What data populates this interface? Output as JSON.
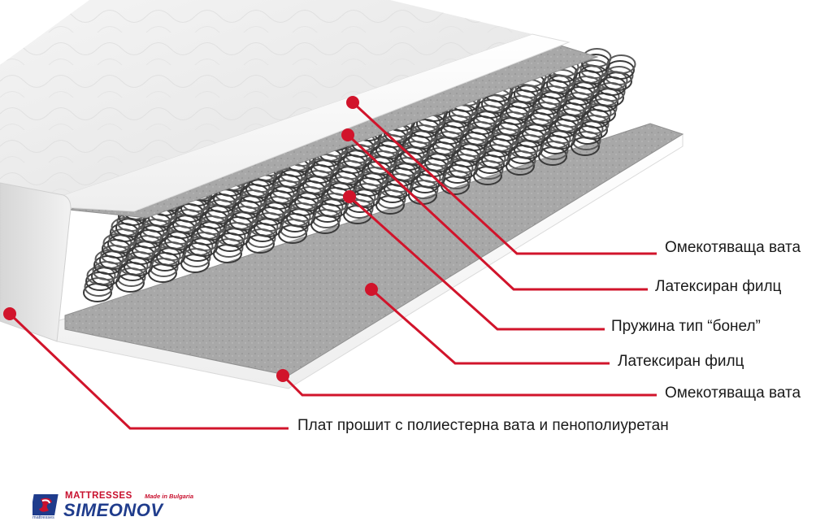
{
  "diagram": {
    "callouts": [
      {
        "id": "top-wadding",
        "label": "Омекотяваща вата"
      },
      {
        "id": "top-felt",
        "label": "Латексиран филц"
      },
      {
        "id": "bonnell-spring",
        "label": "Пружина тип “бонел”"
      },
      {
        "id": "bottom-felt",
        "label": "Латексиран филц"
      },
      {
        "id": "bottom-wadding",
        "label": "Омекотяваща вата"
      },
      {
        "id": "cover-fabric",
        "label": "Плат прошит с полиестерна вата и пенополиуретан"
      }
    ],
    "accent_color": "#d1142b"
  },
  "logo": {
    "top_text": "MATTRESSES",
    "made_text": "Made in Bulgaria",
    "brand_name": "SIMEONOV",
    "sub_text": "mattresses"
  }
}
